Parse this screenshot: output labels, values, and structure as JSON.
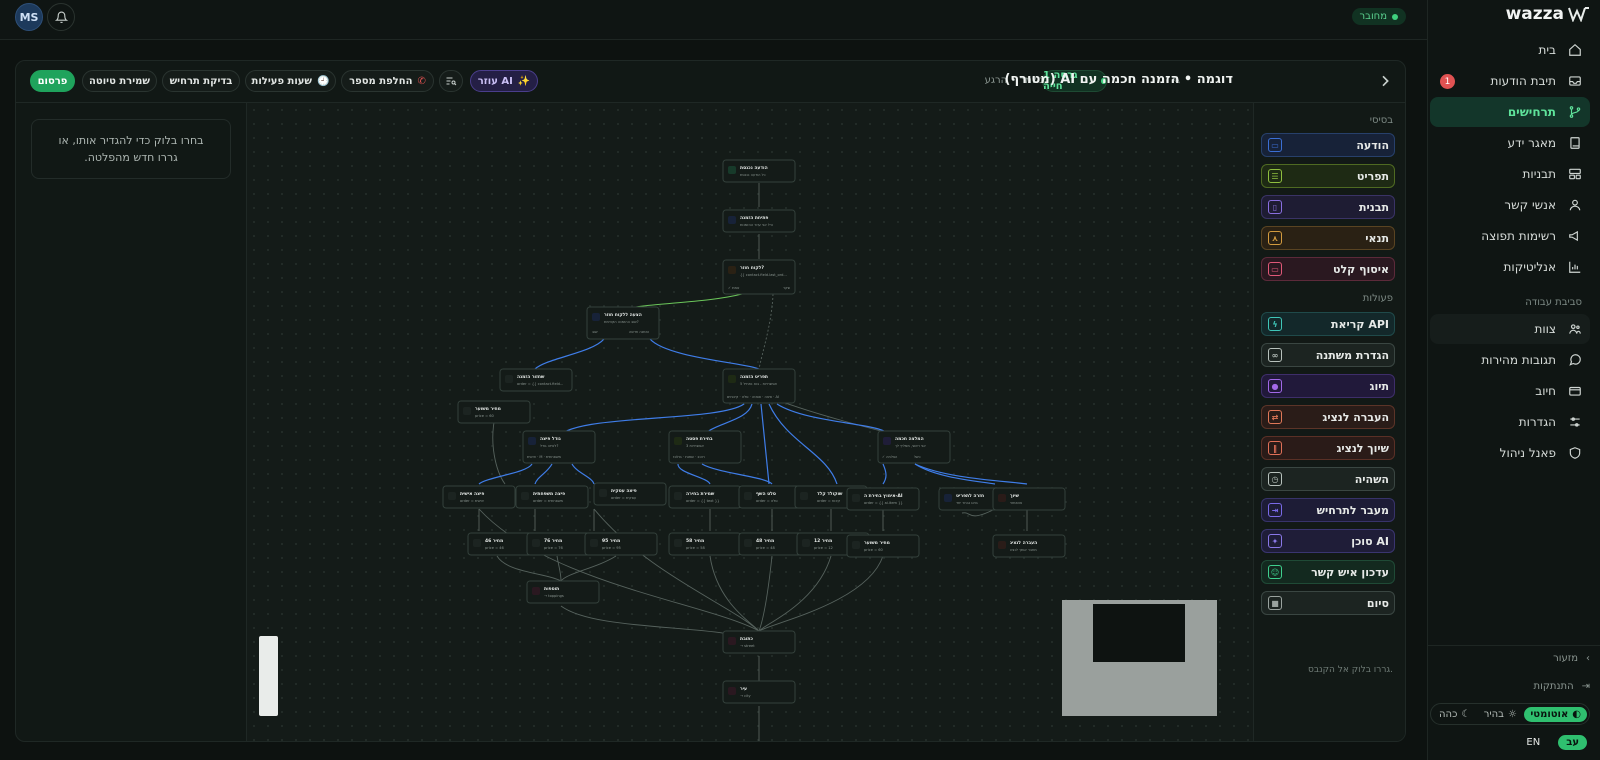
{
  "topbar": {
    "user_initials": "MS",
    "status": "מחובר"
  },
  "sidebar": {
    "brand": "wazza",
    "items": [
      {
        "label": "בית",
        "icon": "home-icon"
      },
      {
        "label": "תיבת הודעות",
        "icon": "inbox-icon",
        "badge": "1"
      },
      {
        "label": "תרחישים",
        "icon": "flow-icon",
        "active": true
      },
      {
        "label": "מאגר ידע",
        "icon": "book-icon"
      },
      {
        "label": "תבניות",
        "icon": "templates-icon"
      },
      {
        "label": "אנשי קשר",
        "icon": "user-icon"
      },
      {
        "label": "רשימות תפוצה",
        "icon": "megaphone-icon"
      },
      {
        "label": "אנליטיקות",
        "icon": "chart-icon"
      }
    ],
    "workspace_label": "סביבת עבודה",
    "workspace_items": [
      {
        "label": "צוות",
        "icon": "team-icon"
      },
      {
        "label": "תגובות מהירות",
        "icon": "chat-icon"
      },
      {
        "label": "חיוב",
        "icon": "card-icon"
      },
      {
        "label": "הגדרות",
        "icon": "sliders-icon"
      },
      {
        "label": "פאנל ניהול",
        "icon": "shield-icon"
      }
    ],
    "collapse": "מזעור",
    "logout": "התנתקות",
    "theme": {
      "auto": "אוטומטי",
      "light": "בהיר",
      "dark": "כהה"
    },
    "lang": {
      "en": "EN",
      "he": "עב"
    }
  },
  "header": {
    "title": "דוגמה • הזמנה חכמה עם AI (מטורף)",
    "saved": "נשמר • הרגע",
    "version": "גרסה 1 חייה",
    "buttons": {
      "publish": "פרסום",
      "save_draft": "שמירת טיוטה",
      "test_flow": "בדיקת תרחיש",
      "hours": "שעות פעילות",
      "switch_number": "החלפת מספר",
      "ai_helper": "עוזר AI"
    }
  },
  "config": {
    "hint": "בחרו בלוק כדי להגדיר אותו, או גררו חדש מהפלטה."
  },
  "blocks": {
    "basic_label": "בסיסי",
    "basic": [
      {
        "label": "הודעה",
        "icon": "message-icon",
        "color": "#3b6fd4",
        "bg": "#172238",
        "border": "#27406b"
      },
      {
        "label": "תפריט",
        "icon": "list-icon",
        "color": "#8fbf3f",
        "bg": "#1e2a14",
        "border": "#4f6a22"
      },
      {
        "label": "תבנית",
        "icon": "file-icon",
        "color": "#8a6fe0",
        "bg": "#1e1c33",
        "border": "#3a3366"
      },
      {
        "label": "תנאי",
        "icon": "branch-icon",
        "color": "#d39b3f",
        "bg": "#2a2114",
        "border": "#5a4422"
      },
      {
        "label": "איסוף קלט",
        "icon": "input-icon",
        "color": "#e05878",
        "bg": "#2a1820",
        "border": "#5c2a3a"
      }
    ],
    "actions_label": "פעולות",
    "actions": [
      {
        "label": "קריאת API",
        "icon": "bolt-icon",
        "color": "#3fc6b8",
        "bg": "#13282a",
        "border": "#1f4a4a"
      },
      {
        "label": "הגדרת משתנה",
        "icon": "variable-icon",
        "color": "#b8c2bd",
        "bg": "#1c2421",
        "border": "#3a4642"
      },
      {
        "label": "תיוג",
        "icon": "tag-icon",
        "color": "#a268e8",
        "bg": "#21193a",
        "border": "#3e2e6a"
      },
      {
        "label": "העברה לנציג",
        "icon": "agent-icon",
        "color": "#e07858",
        "bg": "#2a1c18",
        "border": "#5c3428"
      },
      {
        "label": "שיוך לנציג",
        "icon": "assign-icon",
        "color": "#e07058",
        "bg": "#2a1b18",
        "border": "#5a3026"
      },
      {
        "label": "השהיה",
        "icon": "clock-icon",
        "color": "#b8c2bd",
        "bg": "#1c2421",
        "border": "#3a4642"
      },
      {
        "label": "מעבר לתרחיש",
        "icon": "jump-icon",
        "color": "#7a6ae8",
        "bg": "#1d1c36",
        "border": "#37336a"
      },
      {
        "label": "סוכן AI",
        "icon": "sparkle-icon",
        "color": "#8a78e8",
        "bg": "#1f1d38",
        "border": "#3a3570"
      },
      {
        "label": "עדכון איש קשר",
        "icon": "contact-icon",
        "color": "#3fd08e",
        "bg": "#13291f",
        "border": "#1f4a36"
      },
      {
        "label": "סיום",
        "icon": "stop-icon",
        "color": "#9aa39f",
        "bg": "#1c2421",
        "border": "#3a4642"
      }
    ],
    "drag_hint": "גררו בלוק אל הקנבס."
  }
}
